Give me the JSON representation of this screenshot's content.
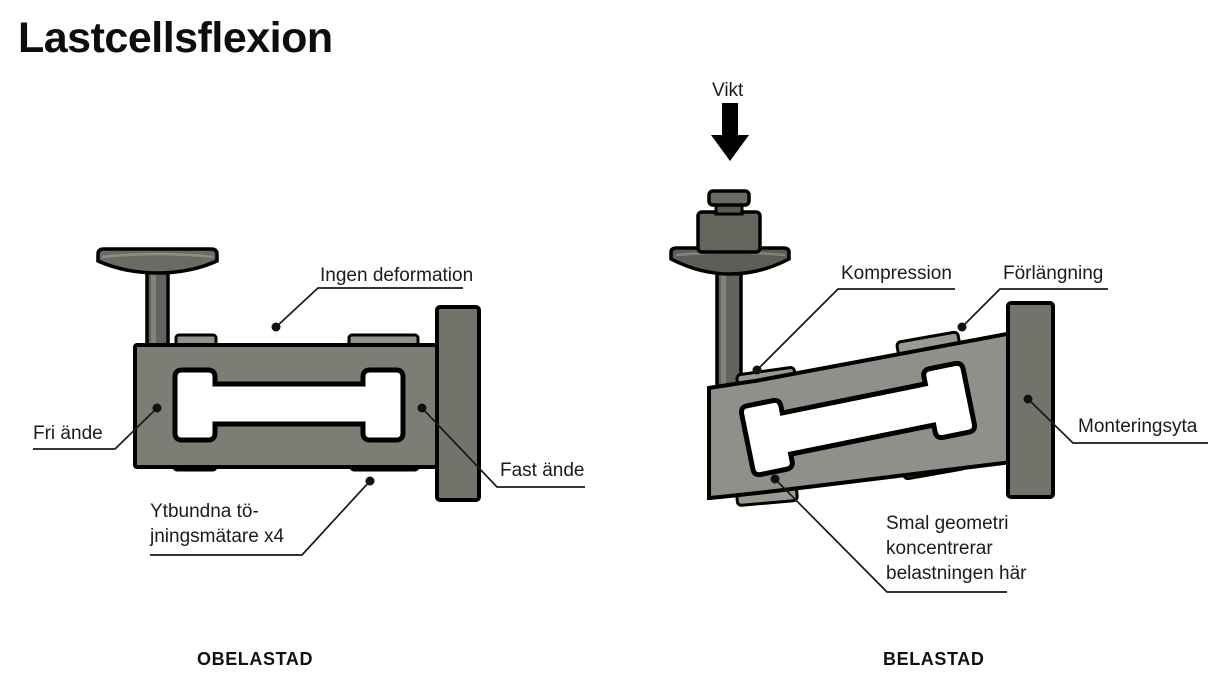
{
  "title": "Lastcellsflexion",
  "colors": {
    "background": "#ffffff",
    "outline": "#000000",
    "cell_body_unloaded": "#7d7d76",
    "cell_body_loaded": "#90908a",
    "mounting_plate": "#73736c",
    "button_dark": "#63635c",
    "gauge_tab": "#92928b",
    "label_text": "#1b1b1b"
  },
  "left": {
    "caption": "OBELASTAD",
    "labels": {
      "no_deformation": "Ingen deformation",
      "free_end": "Fri ände",
      "fixed_end": "Fast ände",
      "strain_gauges": [
        "Ytbundna tö-",
        "jningsmätare x4"
      ]
    }
  },
  "right": {
    "caption": "BELASTAD",
    "labels": {
      "weight": "Vikt",
      "compression": "Kompression",
      "elongation": "Förlängning",
      "mounting_surface": "Monteringsyta",
      "narrow_geometry": [
        "Smal geometri",
        "koncentrerar",
        "belastningen här"
      ]
    }
  }
}
